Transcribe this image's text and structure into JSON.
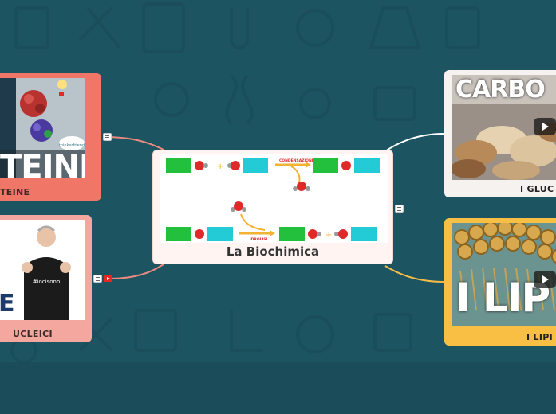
{
  "map": {
    "central": {
      "title": "La Biochimica",
      "diagram": {
        "label_top": "CONDENSAZIONE",
        "label_bottom": "IDROLISI"
      }
    },
    "nodes": {
      "proteine": {
        "caption": "TEINE",
        "banner": "TEINE",
        "badge": "thinkerfriend"
      },
      "acidi_nucleici": {
        "caption": "UCLEICI",
        "banner": "E",
        "shirt": "#iocisono"
      },
      "carboidrati": {
        "caption": "I GLUC",
        "banner": "CARBO"
      },
      "lipidi": {
        "caption": "I LIPI",
        "banner": "I LIP"
      }
    }
  },
  "colors": {
    "background": "#1d5461",
    "proteine": "#f07668",
    "acidi_nucleici": "#f4a79f",
    "carboidrati": "#f6f2ef",
    "lipidi": "#f8bf44",
    "link_red": "#e88a80",
    "link_white": "#ffffff",
    "link_yellow": "#f3bb49",
    "diagram_green": "#22c03c",
    "diagram_cyan": "#22cbd6",
    "diagram_red": "#e02a2a",
    "diagram_arrow": "#f4b232"
  },
  "icons": [
    "note-icon",
    "youtube-icon",
    "play-icon",
    "background-science-icons"
  ]
}
